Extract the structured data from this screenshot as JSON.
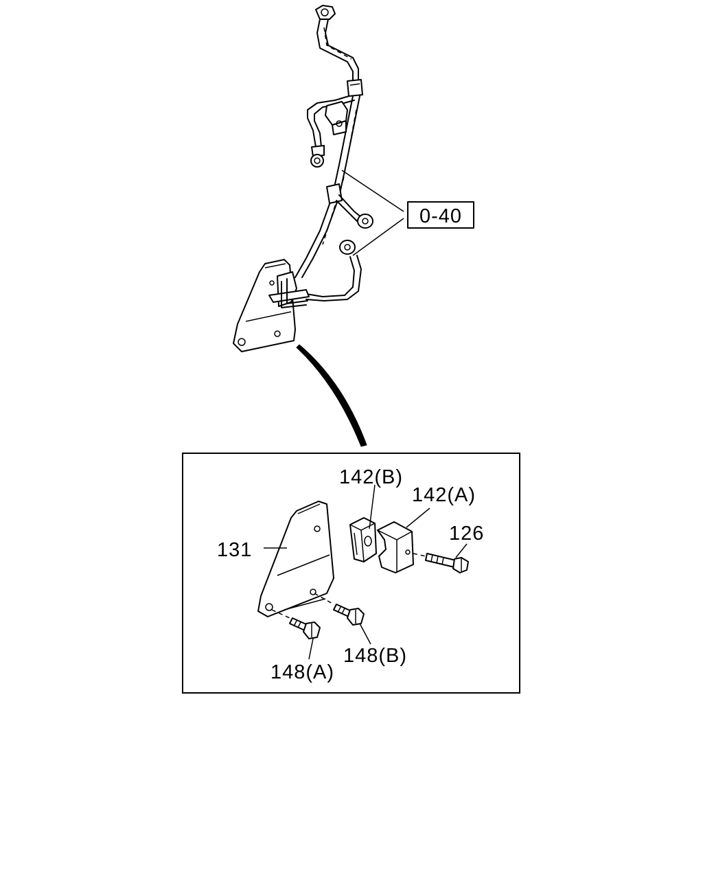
{
  "ref_box": {
    "label": "0-40"
  },
  "parts": [
    {
      "id": "131",
      "label": "131"
    },
    {
      "id": "142b",
      "label": "142(B)"
    },
    {
      "id": "142a",
      "label": "142(A)"
    },
    {
      "id": "126",
      "label": "126"
    },
    {
      "id": "148b",
      "label": "148(B)"
    },
    {
      "id": "148a",
      "label": "148(A)"
    }
  ]
}
